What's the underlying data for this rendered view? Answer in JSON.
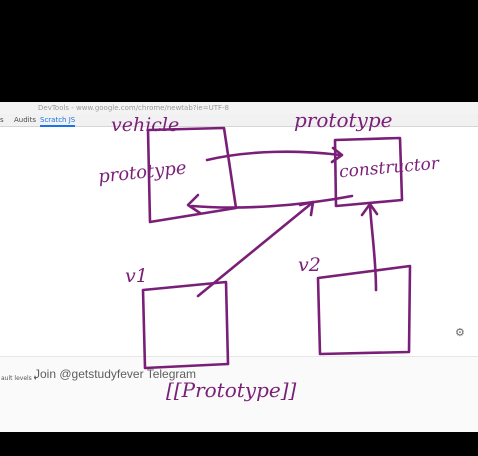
{
  "window": {
    "title": "DevTools - www.google.com/chrome/newtab?ie=UTF-8"
  },
  "devtools": {
    "tabs": [
      {
        "label": "s"
      },
      {
        "label": "Audits"
      },
      {
        "label": "Scratch JS",
        "active": true
      }
    ],
    "console_level": "ault levels ▾"
  },
  "overlay": {
    "watermark": "Join @getstudyfever Telegram"
  },
  "diagram": {
    "labels": {
      "vehicle": "vehicle",
      "prototype_top": "prototype",
      "prototype_inner": "prototype",
      "constructor": "constructor",
      "v1": "v1",
      "v2": "v2",
      "proto_bracket": "[[Prototype]]"
    }
  },
  "icons": {
    "settings": "gear-icon"
  },
  "colors": {
    "ink": "#7a1f78",
    "accent": "#1a73e8"
  }
}
